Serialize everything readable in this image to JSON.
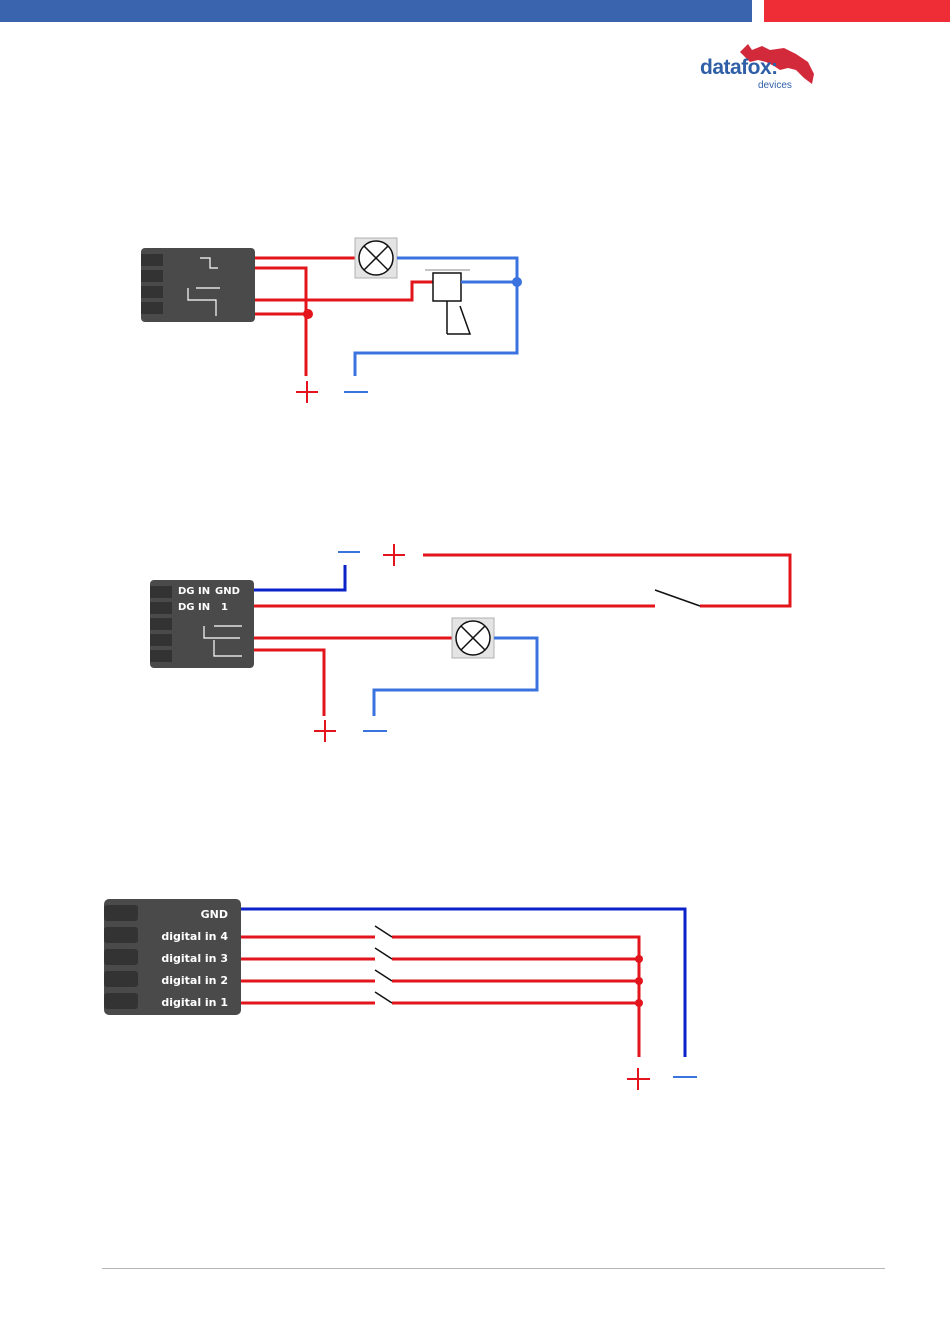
{
  "header": {
    "logo_text": "datafox:",
    "logo_sub": "devices",
    "colors": {
      "blue": "#3a64ad",
      "red": "#ee2d36"
    }
  },
  "diagram1": {
    "plus": "+",
    "minus": "—"
  },
  "diagram2": {
    "label_row1_left": "DG IN",
    "label_row1_right": "GND",
    "label_row2_left": "DG IN",
    "label_row2_right": "1",
    "plus_top": "+",
    "minus_top": "—",
    "plus_bottom": "+",
    "minus_bottom": "—"
  },
  "diagram3": {
    "labels": [
      "GND",
      "digital in 4",
      "digital in 3",
      "digital in 2",
      "digital in 1"
    ],
    "plus": "+",
    "minus": "—"
  },
  "colors": {
    "wire_red": "#e3141b",
    "wire_blue": "#3a73e0",
    "wire_darkblue": "#0a22c8",
    "connector": "#4a4a4a"
  }
}
